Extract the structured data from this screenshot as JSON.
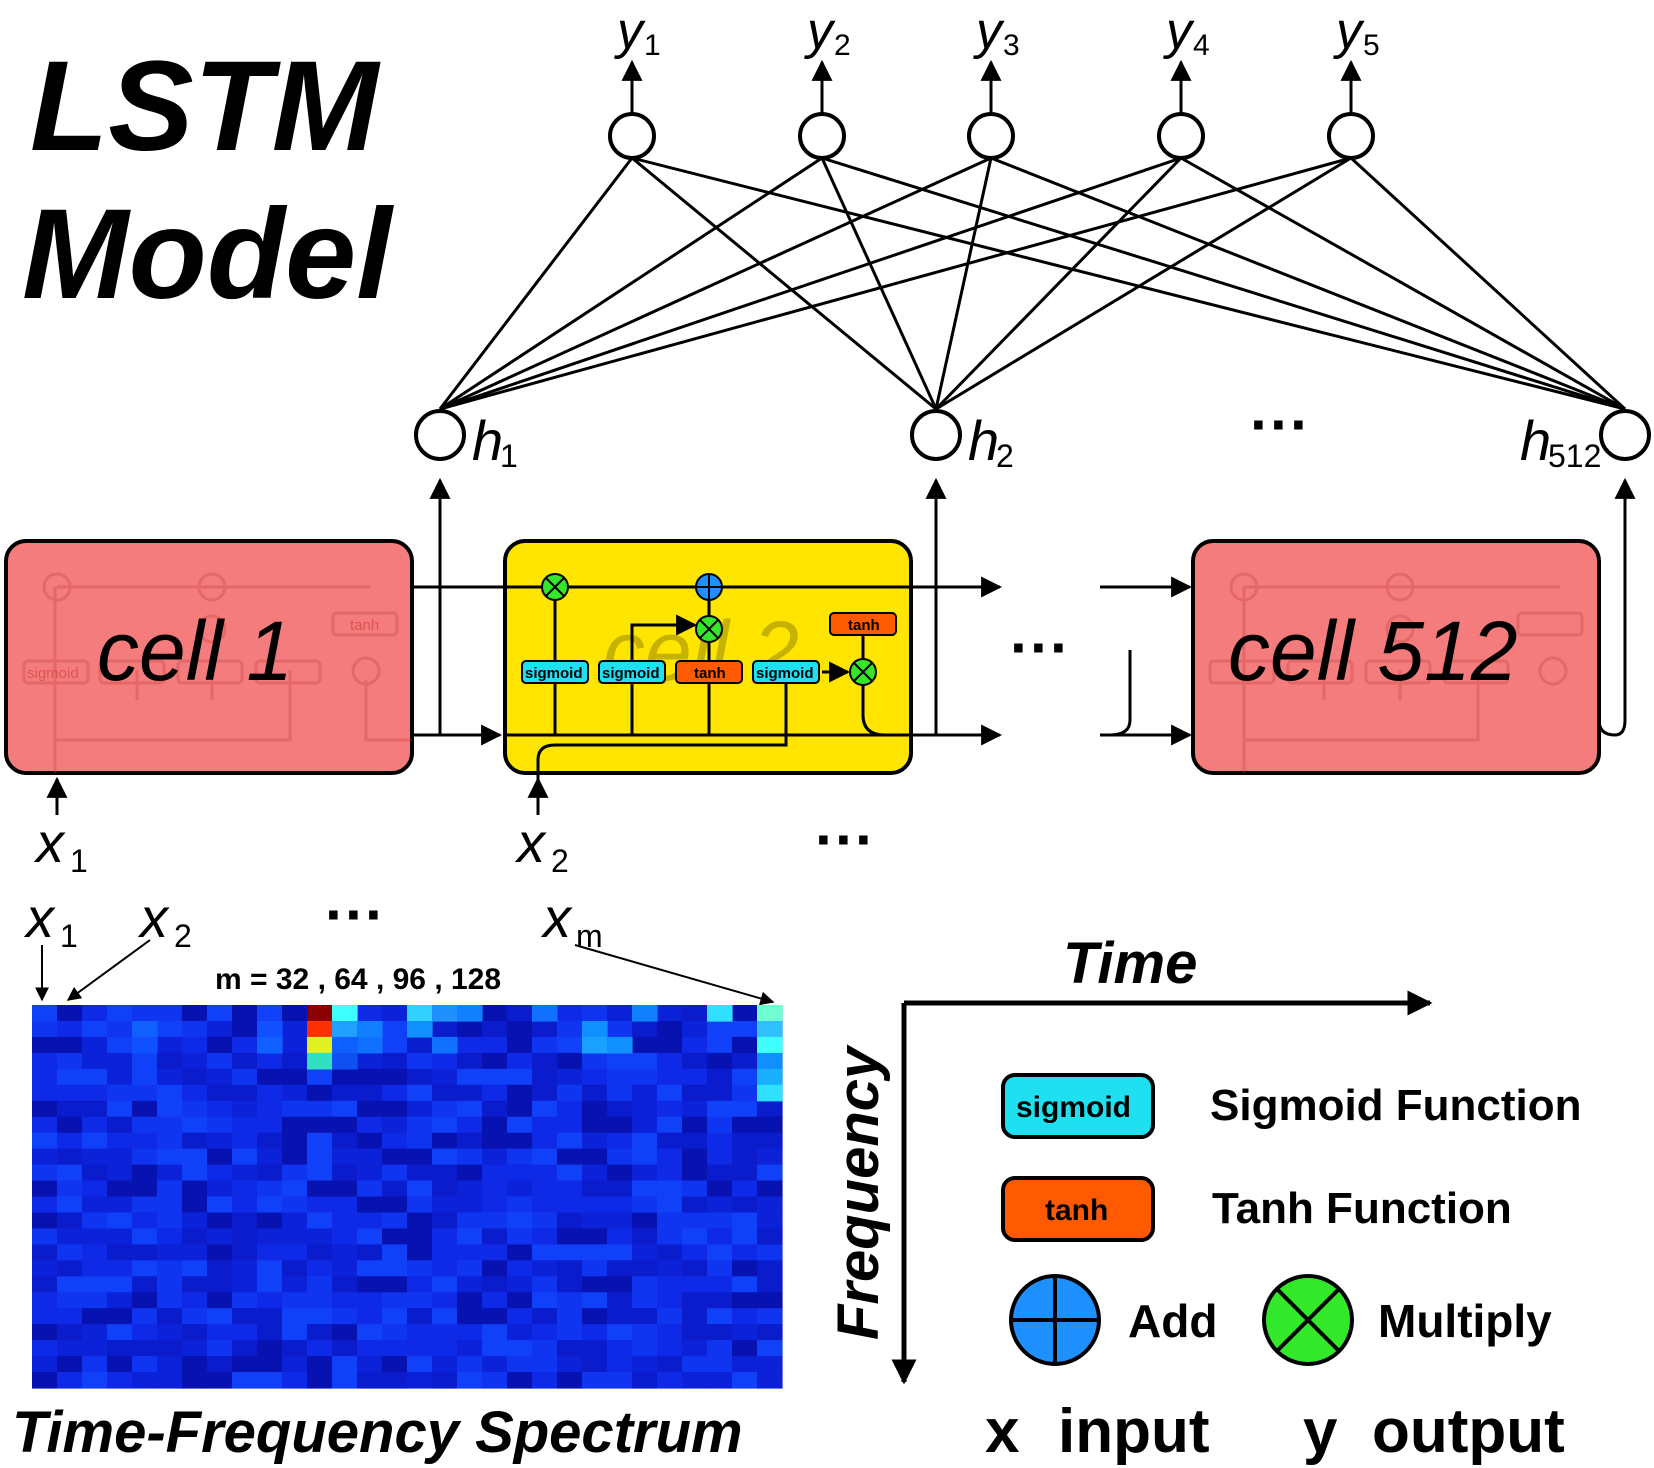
{
  "title": {
    "line1": "LSTM",
    "line2": "Model"
  },
  "outputs": [
    {
      "base": "y",
      "sub": "1"
    },
    {
      "base": "y",
      "sub": "2"
    },
    {
      "base": "y",
      "sub": "3"
    },
    {
      "base": "y",
      "sub": "4"
    },
    {
      "base": "y",
      "sub": "5"
    }
  ],
  "hidden": [
    {
      "base": "h",
      "sub": "1"
    },
    {
      "base": "h",
      "sub": "2"
    },
    {
      "base": "h",
      "sub": "512"
    }
  ],
  "hidden_ellipsis": "···",
  "cells": [
    {
      "label": "cell 1"
    },
    {
      "label": "cell 2"
    },
    {
      "label": "cell 512"
    }
  ],
  "cell_ellipsis": "···",
  "gates": {
    "sigmoid": "sigmoid",
    "tanh": "tanh"
  },
  "inputs": [
    {
      "base": "x",
      "sub": "1"
    },
    {
      "base": "x",
      "sub": "2"
    }
  ],
  "inputs_ellipsis": "···",
  "spectrum": {
    "column_labels": [
      {
        "base": "x",
        "sub": "1"
      },
      {
        "base": "x",
        "sub": "2"
      },
      {
        "base": "x",
        "sub": "m"
      }
    ],
    "column_ellipsis": "···",
    "note": "m = 32 , 64 , 96 , 128",
    "caption": "Time-Frequency Spectrum"
  },
  "axes": {
    "x_label": "Time",
    "y_label": "Frequency"
  },
  "legend": {
    "sigmoid_box": "sigmoid",
    "sigmoid_desc": "Sigmoid Function",
    "tanh_box": "tanh",
    "tanh_desc": "Tanh Function",
    "add": "Add",
    "multiply": "Multiply",
    "x_key": "x",
    "x_desc": "input",
    "y_key": "y",
    "y_desc": "output"
  },
  "colors": {
    "cell_pink": "#f47c7c",
    "cell_yellow": "#ffe500",
    "sigmoid": "#1ee0f0",
    "tanh": "#ff5a00",
    "add": "#1e90ff",
    "multiply": "#33e82b",
    "heatmap_base": "#0a1ccc"
  }
}
